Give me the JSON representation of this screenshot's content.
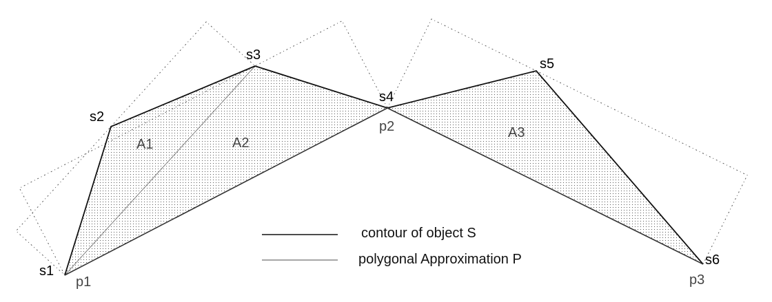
{
  "contour_labels": [
    "s1",
    "s2",
    "s3",
    "s4",
    "s5",
    "s6"
  ],
  "approx_labels": [
    "p1",
    "p2",
    "p3"
  ],
  "area_labels": [
    "A1",
    "A2",
    "A3"
  ],
  "legend": {
    "contour": "contour of object S",
    "polygon": "polygonal Approximation P"
  },
  "colors": {
    "contour": "#111111",
    "polygon": "#777777",
    "dots": "#555555",
    "dotted_box": "#555555"
  }
}
